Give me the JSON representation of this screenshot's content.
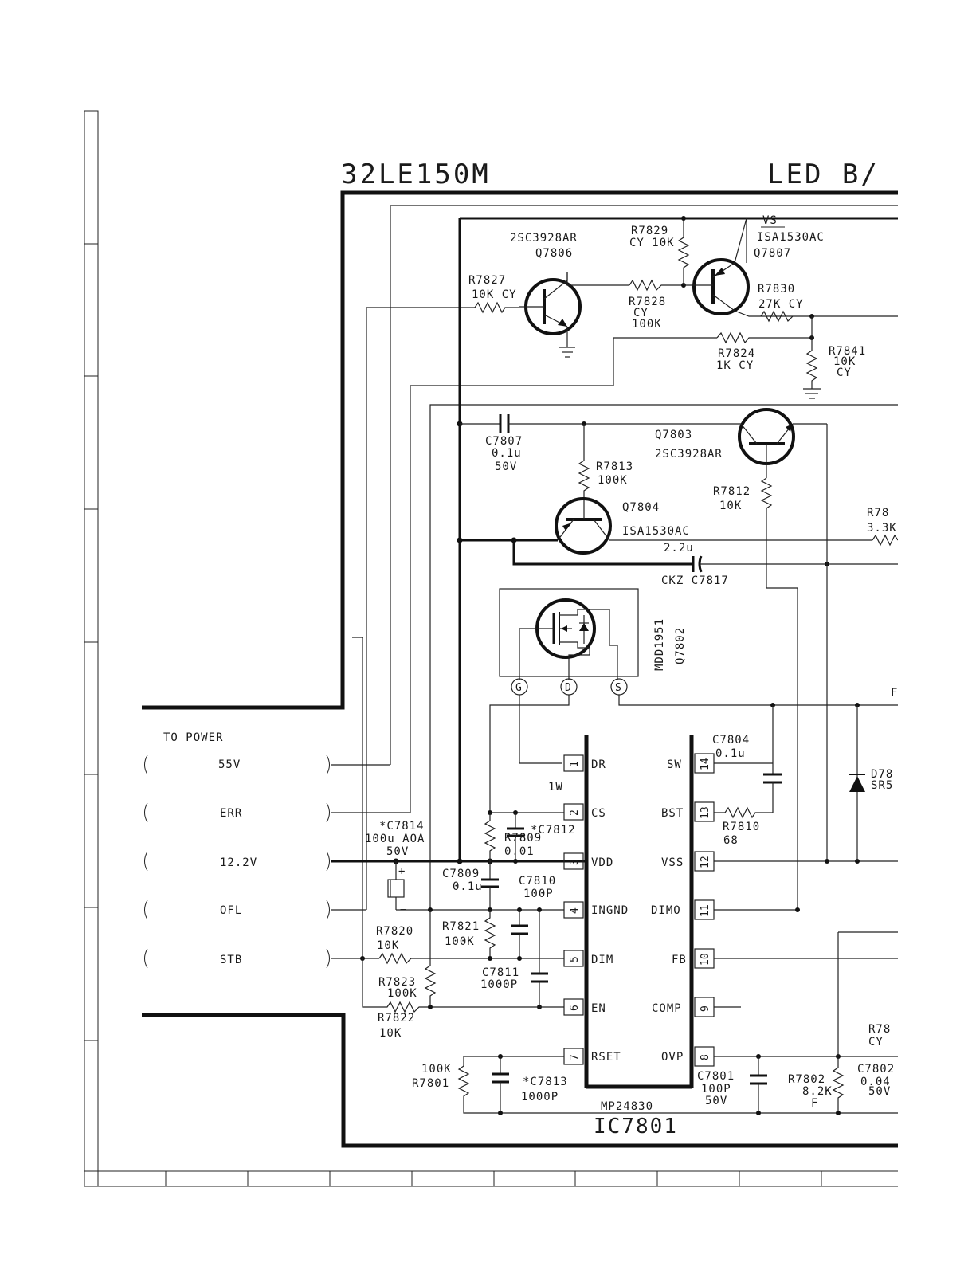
{
  "header": {
    "model": "32LE150M",
    "section": "LED B/"
  },
  "connector": {
    "title": "TO POWER",
    "pins": [
      "55V",
      "ERR",
      "12.2V",
      "OFL",
      "STB"
    ]
  },
  "ic": {
    "name": "IC7801",
    "part": "MP24830",
    "left_pins": [
      {
        "num": "1",
        "name": "DR"
      },
      {
        "num": "2",
        "name": "CS"
      },
      {
        "num": "3",
        "name": "VDD"
      },
      {
        "num": "4",
        "name": "INGND"
      },
      {
        "num": "5",
        "name": "DIM"
      },
      {
        "num": "6",
        "name": "EN"
      },
      {
        "num": "7",
        "name": "RSET"
      }
    ],
    "right_pins": [
      {
        "num": "14",
        "name": "SW"
      },
      {
        "num": "13",
        "name": "BST"
      },
      {
        "num": "12",
        "name": "VSS"
      },
      {
        "num": "11",
        "name": "DIMO"
      },
      {
        "num": "10",
        "name": "FB"
      },
      {
        "num": "9",
        "name": "COMP"
      },
      {
        "num": "8",
        "name": "OVP"
      }
    ]
  },
  "mosfet": {
    "part": "MDD1951",
    "ref": "Q7802",
    "pins": [
      "G",
      "D",
      "S"
    ]
  },
  "labels": {
    "q7806_part": "2SC3928AR",
    "q7806_ref": "Q7806",
    "r7829_ref": "R7829",
    "r7829_val": "CY 10K",
    "vs": "VS",
    "q7807_part": "ISA1530AC",
    "q7807_ref": "Q7807",
    "r7827_ref": "R7827",
    "r7827_val": "10K CY",
    "r7828_ref": "R7828",
    "r7828_a": "CY",
    "r7828_b": "100K",
    "r7830_ref": "R7830",
    "r7830_val": "27K CY",
    "r7824_ref": "R7824",
    "r7824_val": "1K CY",
    "r7841_ref": "R7841",
    "r7841_a": "10K",
    "r7841_b": "CY",
    "c7807_ref": "C7807",
    "c7807_a": "0.1u",
    "c7807_b": "50V",
    "q7803_ref": "Q7803",
    "q7803_part": "2SC3928AR",
    "r7813_ref": "R7813",
    "r7813_val": "100K",
    "r7812_ref": "R7812",
    "r7812_val": "10K",
    "r78x_ref": "R78",
    "r78x_val": "3.3K",
    "q7804_ref": "Q7804",
    "q7804_part": "ISA1530AC",
    "c7817_val": "2.2u",
    "c7817_ref": "CKZ C7817",
    "c7804_ref": "C7804",
    "c7804_val": "0.1u",
    "d78_ref": "D78",
    "d78_part": "SR5",
    "f_top": "F",
    "w1": "1W",
    "c7814_ref": "*C7814",
    "c7814_a": "100u AOA",
    "c7814_b": "50V",
    "r7809_ref": "R7809",
    "c7812_ref": "*C7812",
    "c7812_val": "0.01",
    "c7809_ref": "C7809",
    "c7809_val": "0.1u",
    "c7810_ref": "C7810",
    "c7810_val": "100P",
    "r7810_ref": "R7810",
    "r7810_val": "68",
    "r7820_ref": "R7820",
    "r7820_val": "10K",
    "r7821_ref": "R7821",
    "r7821_val": "100K",
    "c7811_ref": "C7811",
    "c7811_val": "1000P",
    "r7823_ref": "R7823",
    "r7823_val": "100K",
    "r7822_ref": "R7822",
    "r7822_val": "10K",
    "r7801_val": "100K",
    "r7801_ref": "R7801",
    "c7813_ref": "*C7813",
    "c7813_val": "1000P",
    "c7801_ref": "C7801",
    "c7801_a": "100P",
    "c7801_b": "50V",
    "r7802_ref": "R7802",
    "r7802_val": "8.2K",
    "r7802_f": "F",
    "r78y_ref": "R78",
    "r78y_val": "CY",
    "c7802_ref": "C7802",
    "c7802_a": "0.04",
    "c7802_b": "50V"
  }
}
